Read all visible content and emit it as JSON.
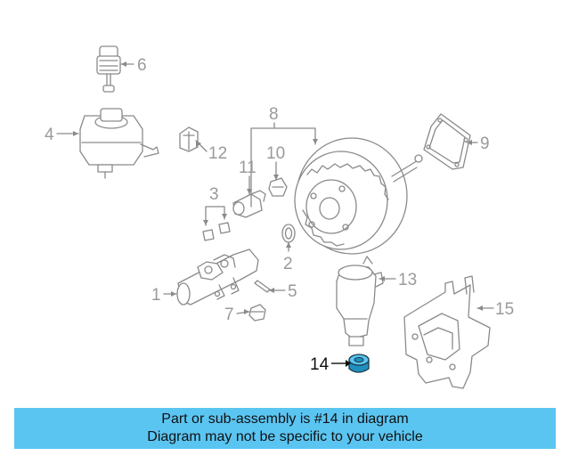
{
  "callouts": [
    {
      "id": "1",
      "label": "1"
    },
    {
      "id": "2",
      "label": "2"
    },
    {
      "id": "3",
      "label": "3"
    },
    {
      "id": "4",
      "label": "4"
    },
    {
      "id": "5",
      "label": "5"
    },
    {
      "id": "6",
      "label": "6"
    },
    {
      "id": "7",
      "label": "7"
    },
    {
      "id": "8",
      "label": "8"
    },
    {
      "id": "9",
      "label": "9"
    },
    {
      "id": "10",
      "label": "10"
    },
    {
      "id": "11",
      "label": "11"
    },
    {
      "id": "12",
      "label": "12"
    },
    {
      "id": "13",
      "label": "13"
    },
    {
      "id": "14",
      "label": "14"
    },
    {
      "id": "15",
      "label": "15"
    }
  ],
  "highlighted_part": "14",
  "colors": {
    "line": "#8a8a8a",
    "highlight": "#5bc5f2",
    "banner": "#5bc5f2"
  },
  "banner": {
    "line1": "Part or sub-assembly is #14 in diagram",
    "line2": "Diagram may not be specific to your vehicle"
  }
}
